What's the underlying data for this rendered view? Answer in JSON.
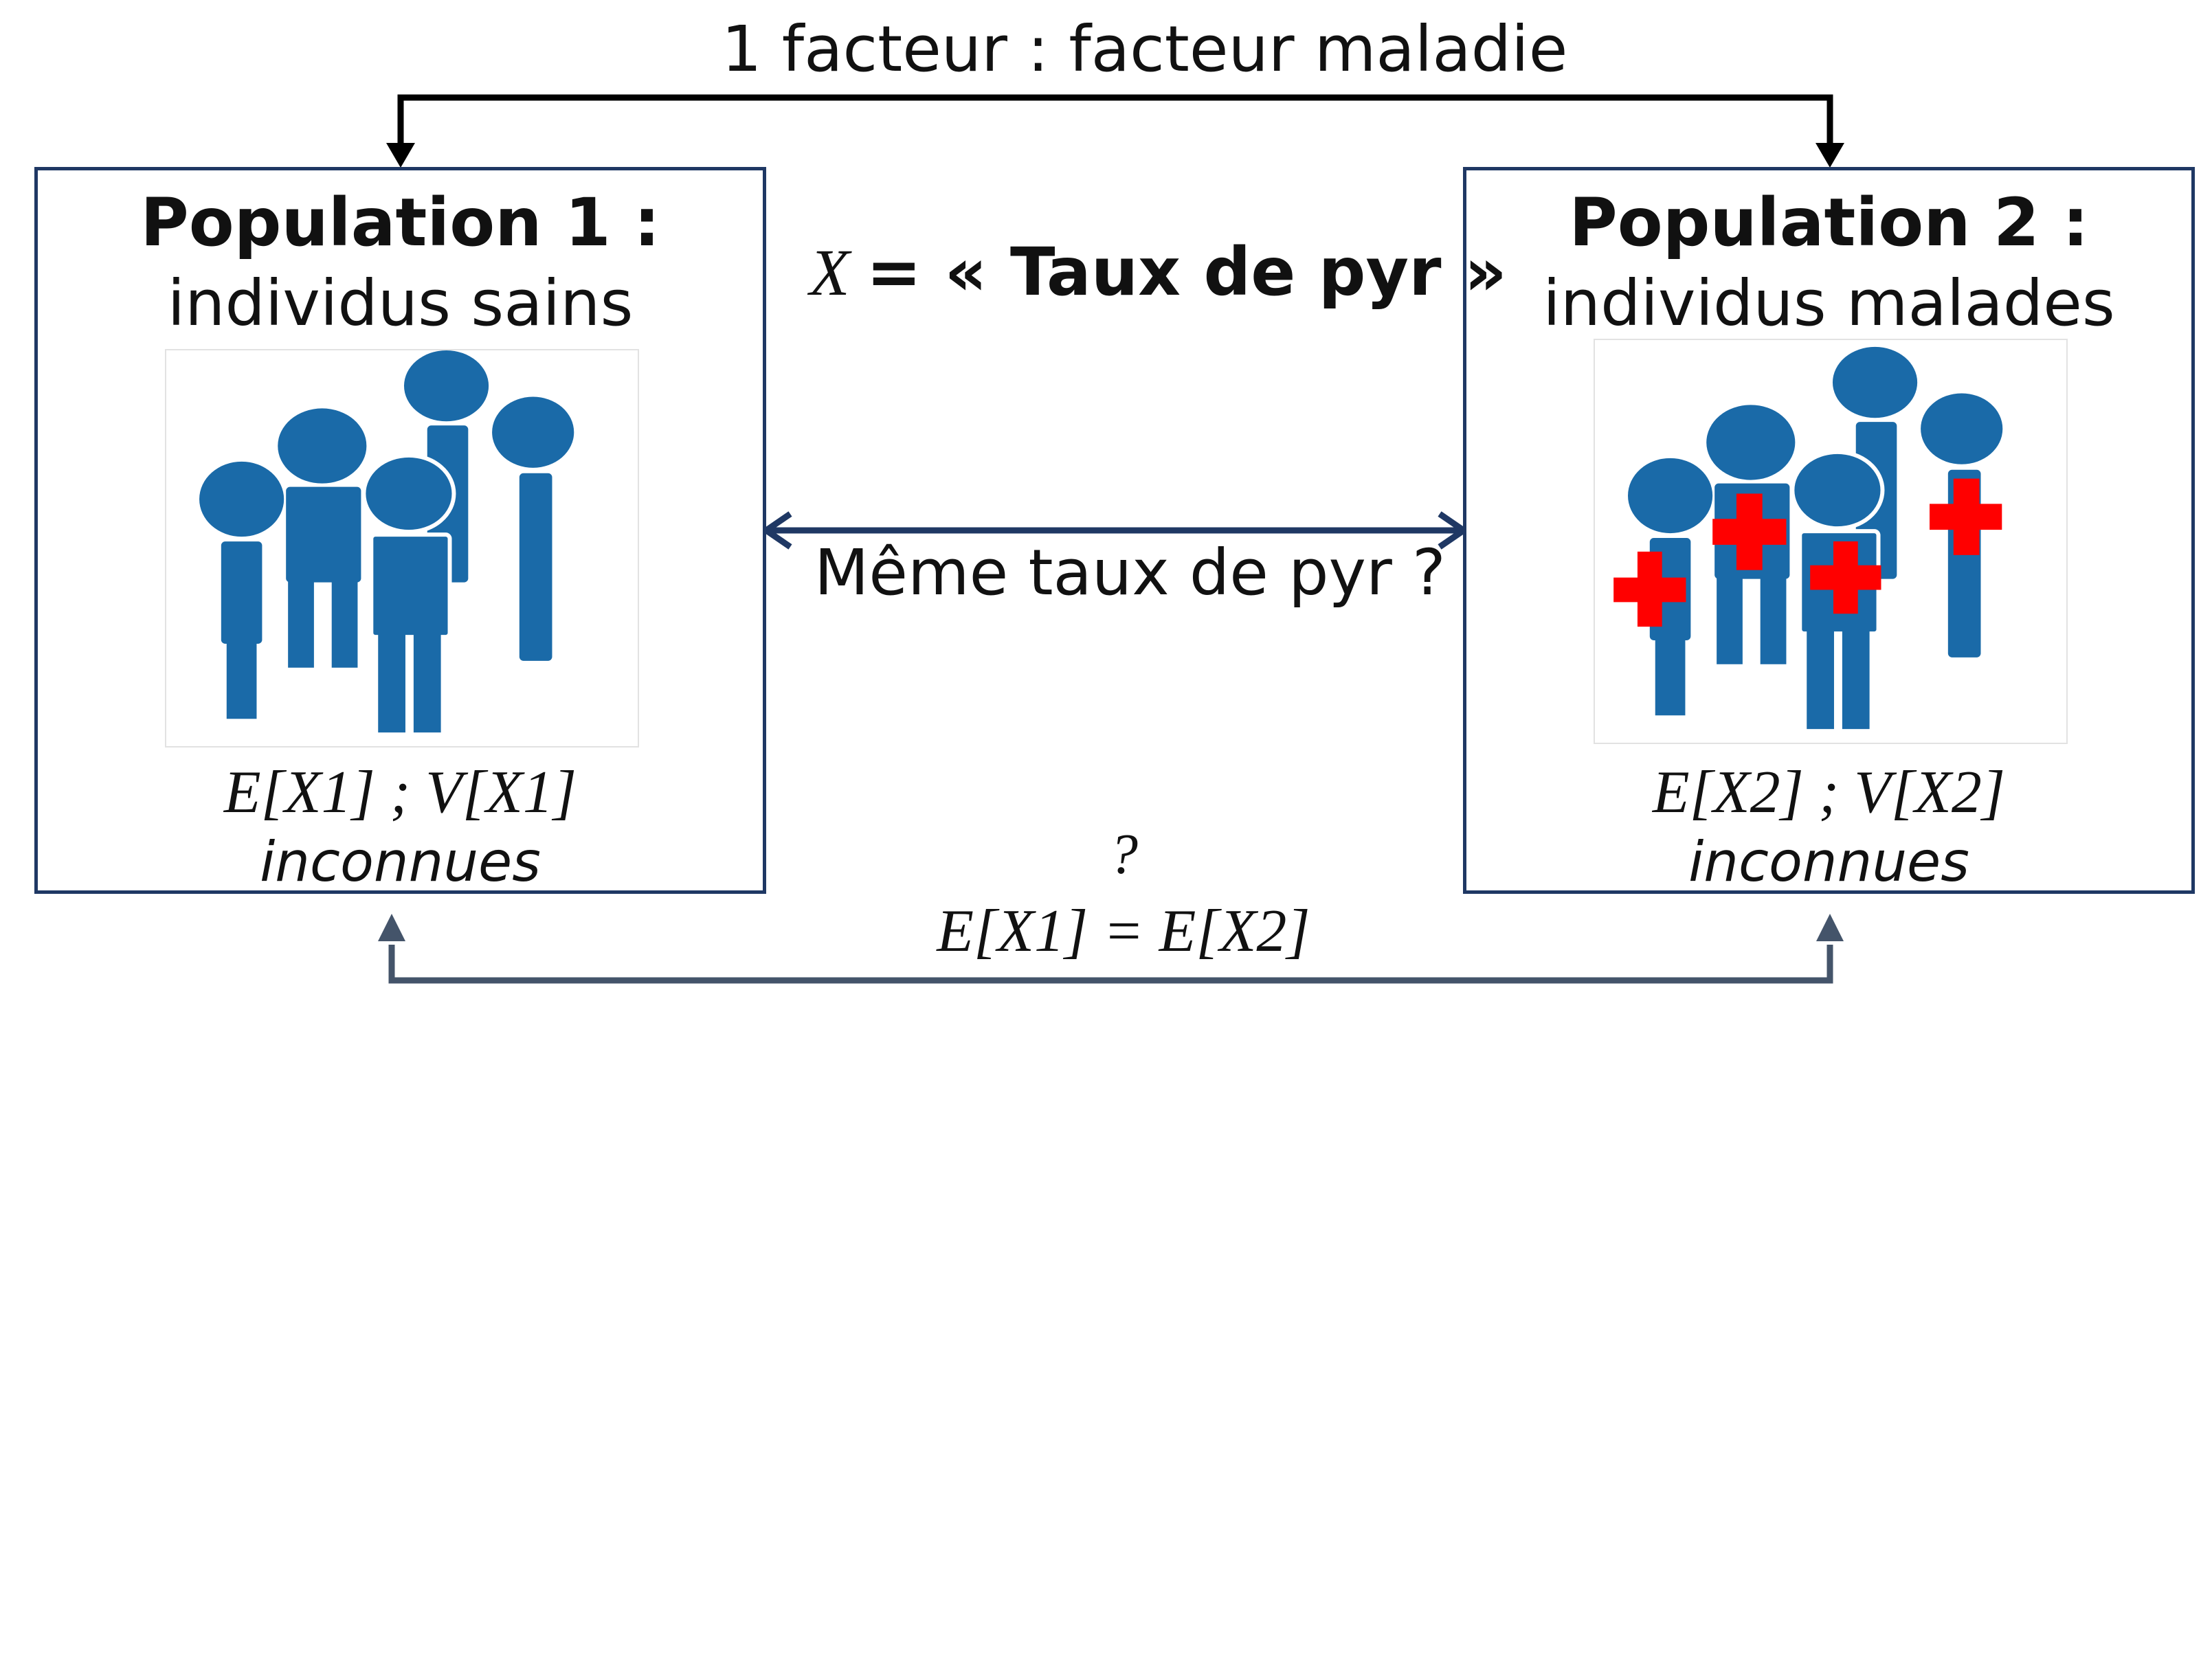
{
  "top_label": "1 facteur : facteur maladie",
  "variable": {
    "symbol": "X",
    "definition": "= « Taux de pyr »"
  },
  "middle_label": "Même taux de pyr ?",
  "population1": {
    "title": "Population 1 :",
    "subtitle": "individus sains",
    "params": "E[X1] ; V[X1]",
    "status": "inconnues",
    "icon": "people-group-icon"
  },
  "population2": {
    "title": "Population 2 :",
    "subtitle": "individus malades",
    "params": "E[X2] ; V[X2]",
    "status": "inconnues",
    "icon": "sick-people-group-icon"
  },
  "hypothesis": {
    "question_mark": "?",
    "equation": "E[X1] = E[X2]"
  },
  "colors": {
    "box_border": "#1f3864",
    "people": "#1a6aa8",
    "cross": "#ff0000",
    "top_arrow": "#000000",
    "bottom_arrow": "#44546a"
  }
}
